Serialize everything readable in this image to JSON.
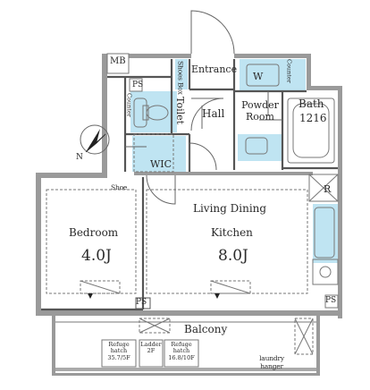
{
  "rooms": {
    "mb": "MB",
    "ps_top": "PS",
    "entrance": "Entrance",
    "shoes_box": "Shoes Box",
    "w": "W",
    "counter_top": "Counter",
    "toilet": "Toilet",
    "counter_left": "Counter",
    "hall": "Hall",
    "powder_room": "Powder Room",
    "bath_name": "Bath",
    "bath_size": "1216",
    "wic": "WIC",
    "shoe": "Shoe",
    "ldk_name": "Living Dining",
    "ldk_kitchen": "Kitchen",
    "ldk_size": "8.0J",
    "bedroom_name": "Bedroom",
    "bedroom_size": "4.0J",
    "fridge": "R",
    "ps_bottom_left": "PS",
    "ps_bottom_right": "PS",
    "balcony": "Balcony",
    "refuge_hatch_1": "Refuge hatch 35.7/5F",
    "ladder": "Ladder 2F",
    "refuge_hatch_2": "Refuge hatch 16.8/10F",
    "laundry_hanger": "laundry hanger",
    "compass_north": "N"
  },
  "colors": {
    "wall": "#9a9a9a",
    "wet_area": "#bfe4f2",
    "line": "#555555",
    "light_line": "#8a8a8a"
  }
}
